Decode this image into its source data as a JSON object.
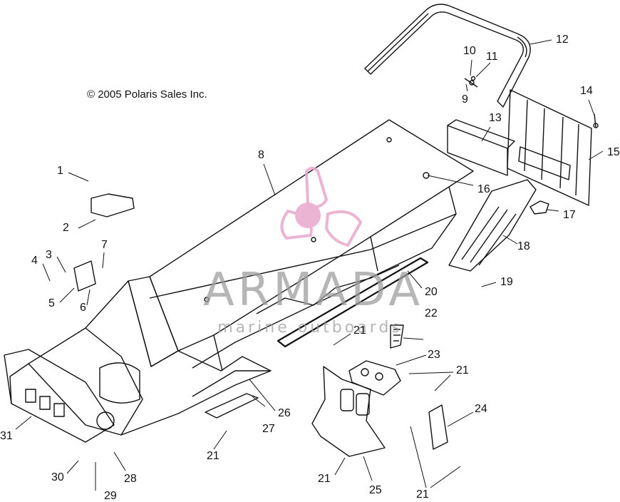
{
  "copyright": "© 2005 Polaris Sales Inc.",
  "watermark": {
    "name": "ARMADA",
    "tagline": "marine outboards",
    "logo_color": "#e9a7cc"
  },
  "part_numbers": {
    "p1": "1",
    "p2": "2",
    "p3": "3",
    "p4": "4",
    "p5": "5",
    "p6": "6",
    "p7": "7",
    "p8": "8",
    "p9": "9",
    "p10": "10",
    "p11": "11",
    "p12": "12",
    "p13": "13",
    "p14": "14",
    "p15": "15",
    "p16": "16",
    "p17": "17",
    "p18": "18",
    "p19": "19",
    "p20": "20",
    "p21": "21",
    "p22": "22",
    "p23": "23",
    "p24": "24",
    "p25": "25",
    "p26": "26",
    "p27": "27",
    "p28": "28",
    "p29": "29",
    "p30": "30",
    "p31": "31"
  }
}
